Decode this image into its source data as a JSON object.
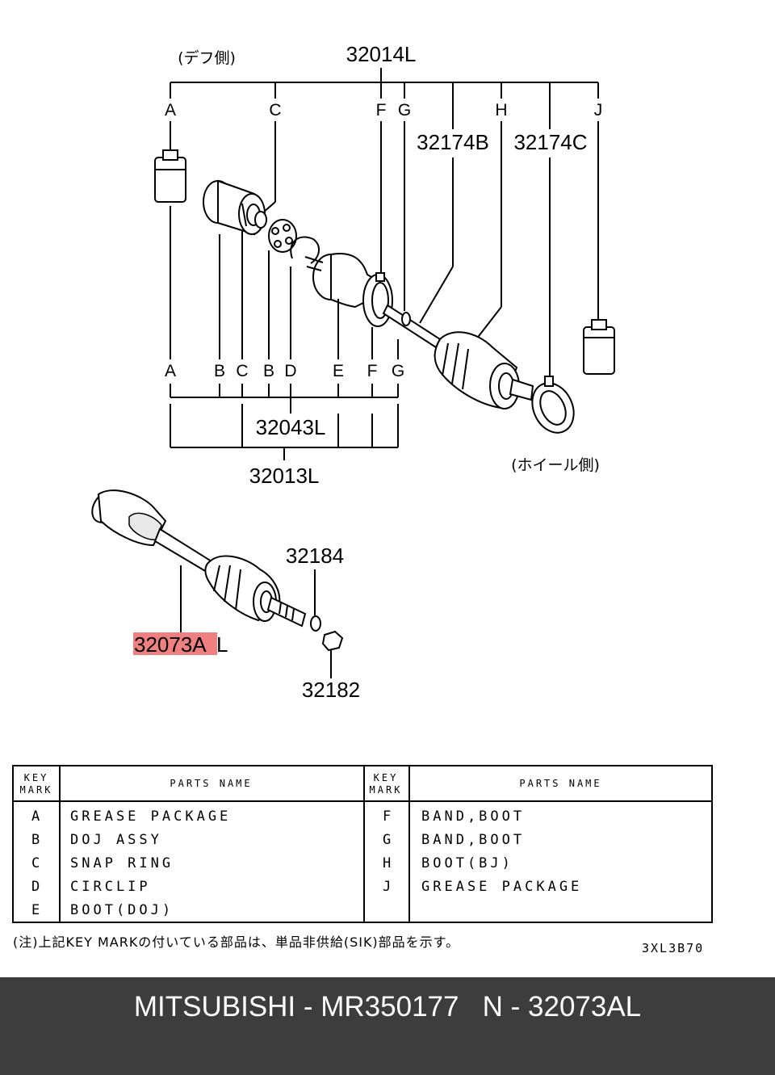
{
  "diagram": {
    "labels": {
      "assy_top": "32014L",
      "diff_side": "(デフ側)",
      "wheel_side": "(ホイール側)",
      "boot_b": "32174B",
      "boot_c": "32174C",
      "doj_assy": "32043L",
      "inner_assy": "32013L",
      "washer": "32184",
      "nut": "32182",
      "shaft_main": "32073A",
      "shaft_suffix": "L"
    },
    "top_keys": [
      "A",
      "C",
      "F",
      "G",
      "H",
      "J"
    ],
    "bottom_keys": [
      "A",
      "B",
      "C",
      "B",
      "D",
      "E",
      "F",
      "G"
    ],
    "highlight_color": "#f08080"
  },
  "table": {
    "headers": {
      "key_mark": "KEY\nMARK",
      "parts_name": "PARTS NAME"
    },
    "left_rows": [
      {
        "key": "A",
        "name": "GREASE PACKAGE"
      },
      {
        "key": "B",
        "name": "DOJ ASSY"
      },
      {
        "key": "C",
        "name": "SNAP RING"
      },
      {
        "key": "D",
        "name": "CIRCLIP"
      },
      {
        "key": "E",
        "name": "BOOT(DOJ)"
      }
    ],
    "right_rows": [
      {
        "key": "F",
        "name": "BAND,BOOT"
      },
      {
        "key": "G",
        "name": "BAND,BOOT"
      },
      {
        "key": "H",
        "name": "BOOT(BJ)"
      },
      {
        "key": "J",
        "name": "GREASE PACKAGE"
      }
    ]
  },
  "note": "(注)上記KEY MARKの付いている部品は、単品非供給(SIK)部品を示す。",
  "drawing_code": "3XL3B70",
  "footer": {
    "text": "MITSUBISHI - MR350177   N - 32073AL",
    "background": "#3d3d3d"
  }
}
